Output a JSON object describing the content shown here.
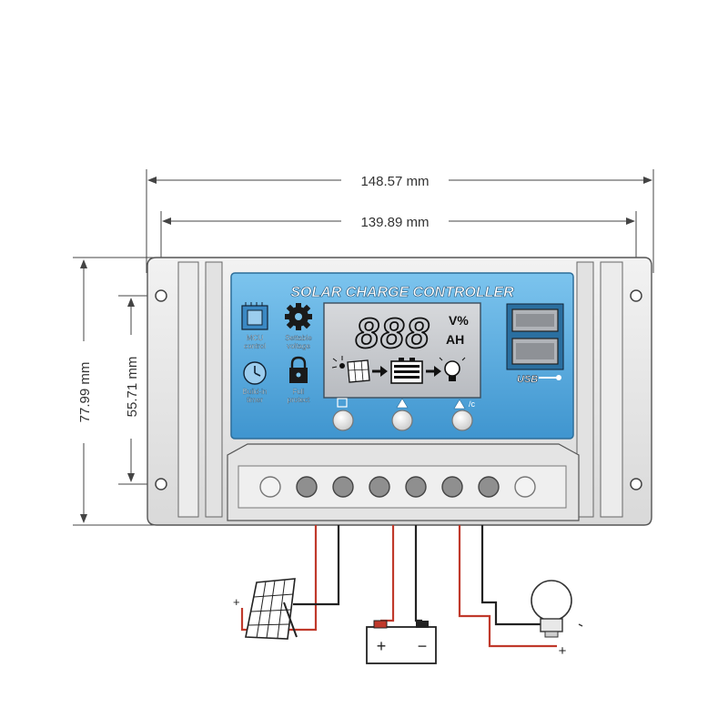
{
  "dimensions": {
    "overall_width": "148.57 mm",
    "hole_spacing_width": "139.89 mm",
    "overall_height": "77.99 mm",
    "hole_spacing_height": "55.71 mm"
  },
  "panel": {
    "title": "SOLAR CHARGE CONTROLLER",
    "lcd_digits": "888",
    "lcd_units_top": "V%",
    "lcd_units_bottom": "AH",
    "features": [
      {
        "label_line1": "MCU",
        "label_line2": "control",
        "icon": "chip-icon"
      },
      {
        "label_line1": "Settable",
        "label_line2": "voltage",
        "icon": "gear-icon"
      },
      {
        "label_line1": "Build-in",
        "label_line2": "timer",
        "icon": "clock-icon"
      },
      {
        "label_line1": "Full",
        "label_line2": "protect",
        "icon": "lock-icon"
      }
    ],
    "usb_label": "USB"
  },
  "wiring": {
    "panel_plus": "+",
    "battery_plus": "+",
    "battery_minus": "−",
    "load_plus": "+"
  },
  "colors": {
    "panel_blue": "#5aaee0",
    "lcd_gray": "#c9ccd0",
    "wire_red": "#c0392b",
    "wire_black": "#222222",
    "housing_gray": "#e6e6e6"
  }
}
